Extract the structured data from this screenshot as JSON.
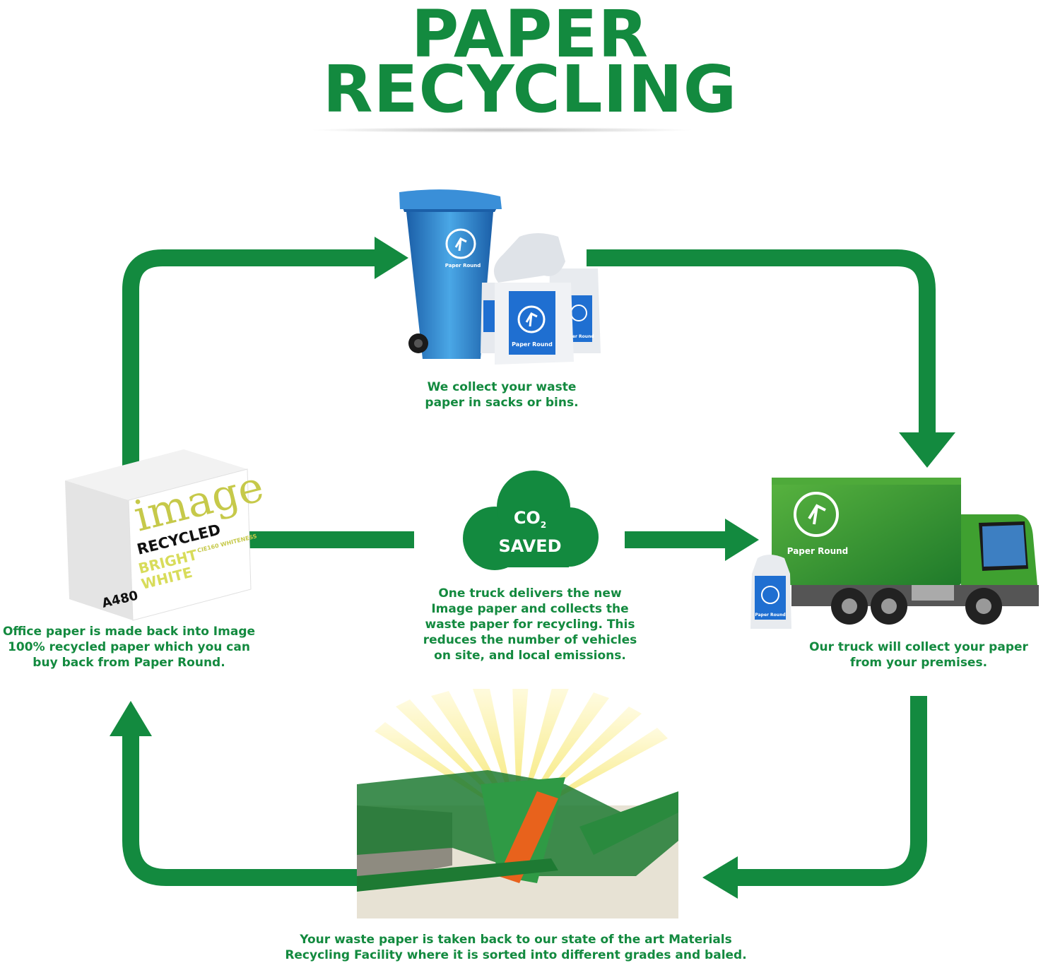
{
  "title": {
    "line1": "PAPER",
    "line2": "RECYCLING"
  },
  "colors": {
    "green": "#138a3f",
    "blue": "#1f6fd1",
    "orange": "#e8621c",
    "truck_green": "#3a9a2e"
  },
  "cloud": {
    "line1": "CO",
    "sub": "2",
    "line2": "SAVED"
  },
  "brand": {
    "name": "Paper Round"
  },
  "paper_box": {
    "brand": "image",
    "product": "RECYCLED",
    "variant_line1": "BRIGHT",
    "variant_line2": "WHITE",
    "size": "A4",
    "weight": "80",
    "whiteness": "CIE160 WHITENESS"
  },
  "captions": {
    "collect": [
      "We collect your waste",
      "paper in sacks or bins."
    ],
    "truck": [
      "Our truck will collect your paper",
      "from your premises."
    ],
    "office": [
      "Office paper is made back into Image",
      "100% recycled paper which you can",
      "buy back from Paper Round."
    ],
    "center": [
      "One truck delivers the new",
      "Image paper and collects the",
      "waste paper for recycling. This",
      "reduces the number of vehicles",
      "on site, and local emissions."
    ],
    "facility": [
      "Your waste paper is taken back to our state of the art Materials",
      "Recycling Facility where it is sorted into different grades and baled."
    ]
  }
}
